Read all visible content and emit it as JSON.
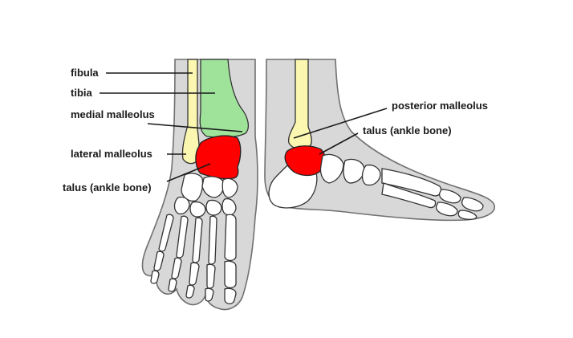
{
  "labels": {
    "fibula": "fibula",
    "tibia": "tibia",
    "medial_malleolus": "medial malleolus",
    "lateral_malleolus": "lateral malleolus",
    "talus_front": "talus (ankle bone)",
    "posterior_malleolus": "posterior malleolus",
    "talus_side": "talus (ankle bone)"
  },
  "colors": {
    "skin": "#d8d8d8",
    "fibula": "#fbf7b0",
    "tibia": "#9fe39b",
    "talus": "#ff0000",
    "bone": "#ffffff"
  }
}
